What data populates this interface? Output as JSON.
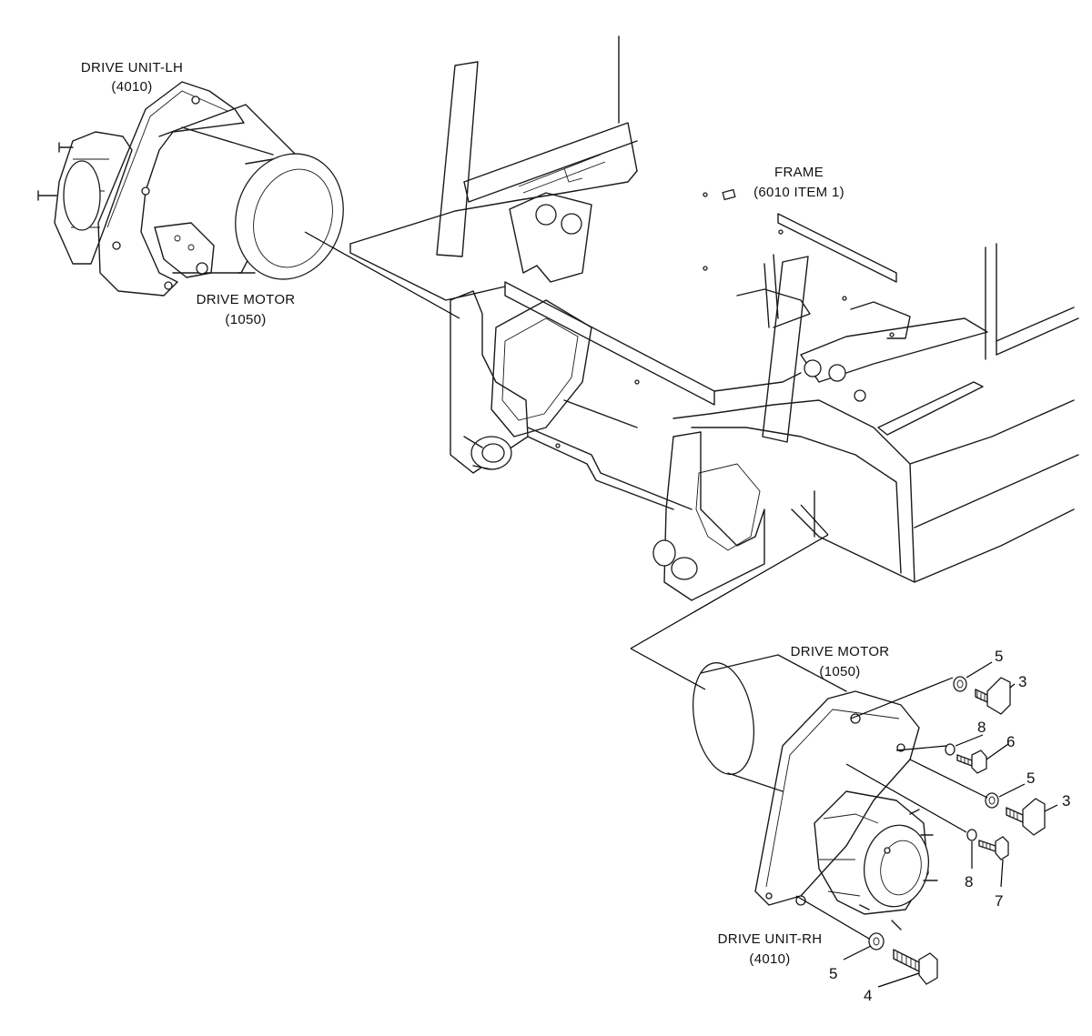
{
  "labels": {
    "drive_unit_lh": {
      "name": "DRIVE UNIT-LH",
      "code": "(4010)"
    },
    "drive_motor_left": {
      "name": "DRIVE MOTOR",
      "code": "(1050)"
    },
    "frame": {
      "name": "FRAME",
      "code": "(6010 ITEM 1)"
    },
    "drive_motor_right": {
      "name": "DRIVE MOTOR",
      "code": "(1050)"
    },
    "drive_unit_rh": {
      "name": "DRIVE UNIT-RH",
      "code": "(4010)"
    }
  },
  "callouts": {
    "washer_top": "5",
    "bolt_top": "3",
    "washer_small_top": "8",
    "bolt_small_top": "6",
    "washer_mid": "5",
    "bolt_mid": "3",
    "washer_small_low": "8",
    "bolt_small_low": "7",
    "washer_bottom": "5",
    "bolt_bottom": "4"
  }
}
